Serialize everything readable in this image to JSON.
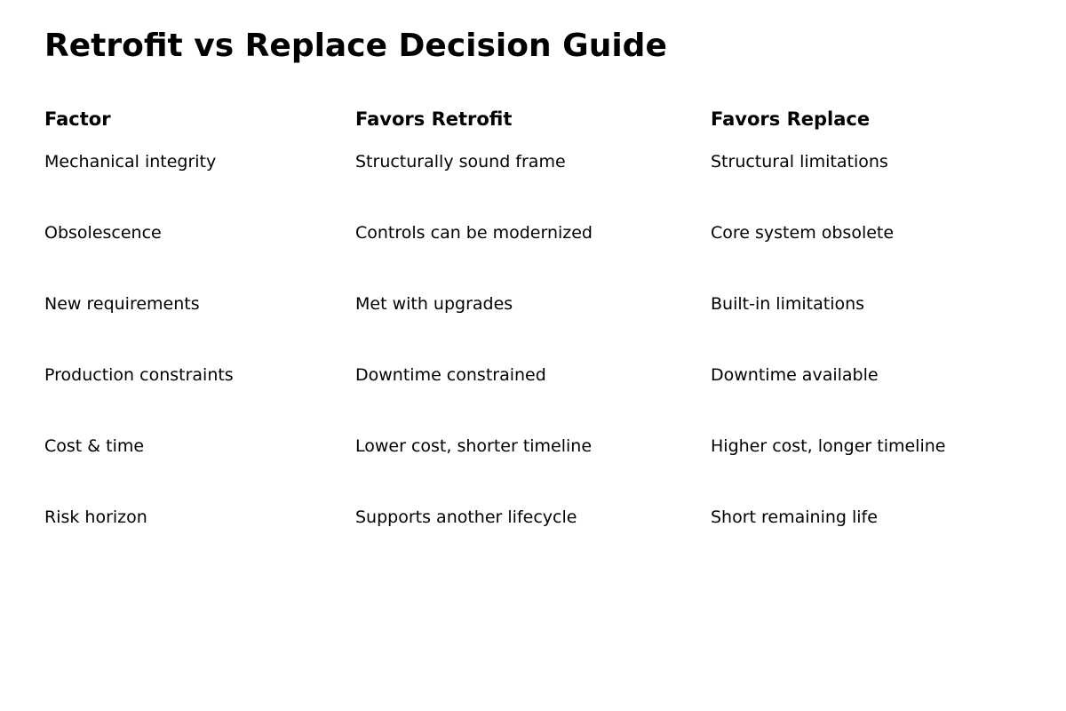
{
  "title": "Retrofit vs Replace Decision Guide",
  "table": {
    "headers": [
      "Factor",
      "Favors Retrofit",
      "Favors Replace"
    ],
    "rows": [
      [
        "Mechanical integrity",
        "Structurally sound frame",
        "Structural limitations"
      ],
      [
        "Obsolescence",
        "Controls can be modernized",
        "Core system obsolete"
      ],
      [
        "New requirements",
        "Met with upgrades",
        "Built-in limitations"
      ],
      [
        "Production constraints",
        "Downtime constrained",
        "Downtime available"
      ],
      [
        "Cost & time",
        "Lower cost, shorter timeline",
        "Higher cost, longer timeline"
      ],
      [
        "Risk horizon",
        "Supports another lifecycle",
        "Short remaining life"
      ]
    ]
  }
}
